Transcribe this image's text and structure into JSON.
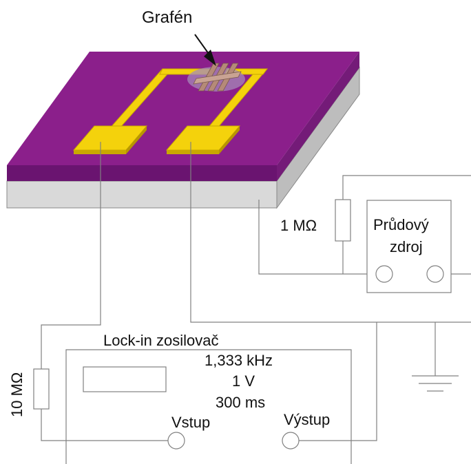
{
  "labels": {
    "graphene": "Grafén",
    "resistor_1m": "1 MΩ",
    "current_source_line1": "Průdový",
    "current_source_line2": "zdroj",
    "resistor_10m": "10 MΩ",
    "lockin_title": "Lock-in zosilovač",
    "frequency": "1,333 kHz",
    "voltage": "1 V",
    "time_constant": "300 ms",
    "input": "Vstup",
    "output": "Výstup"
  },
  "colors": {
    "substrate_top": "#8B1F8B",
    "substrate_front": "#6A1470",
    "substrate_side": "#741B78",
    "base_front": "#D9D9D9",
    "base_side": "#BDBDBD",
    "gold": "#F4D20C",
    "gold_dark": "#C9A800",
    "graphene": "#B58A78",
    "wire": "#808080",
    "outline": "#666666"
  }
}
